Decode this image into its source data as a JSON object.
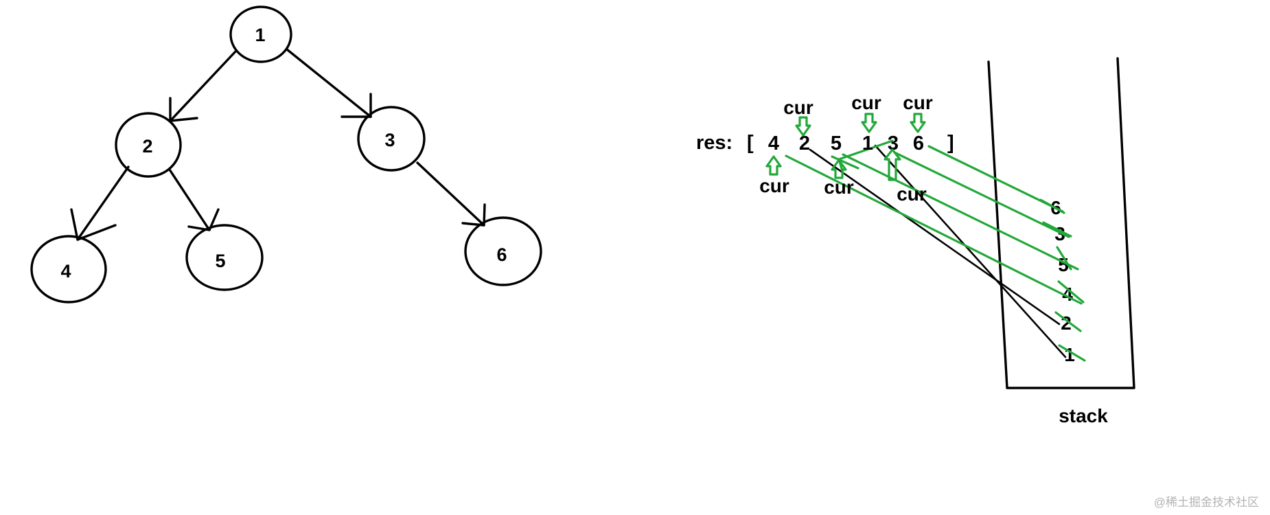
{
  "tree": {
    "nodes": [
      "1",
      "2",
      "3",
      "4",
      "5",
      "6"
    ]
  },
  "res": {
    "prefix": "res:",
    "open_bracket": "[",
    "close_bracket": "]",
    "values": [
      "4",
      "2",
      "5",
      "1",
      "3",
      "6"
    ]
  },
  "cur_label": "cur",
  "stack": {
    "label": "stack",
    "items": [
      "6",
      "3",
      "5",
      "4",
      "2",
      "1"
    ]
  },
  "watermark": "@稀土掘金技术社区",
  "colors": {
    "ink": "#000000",
    "accent": "#22a83a",
    "watermark": "#b3b3b3"
  }
}
